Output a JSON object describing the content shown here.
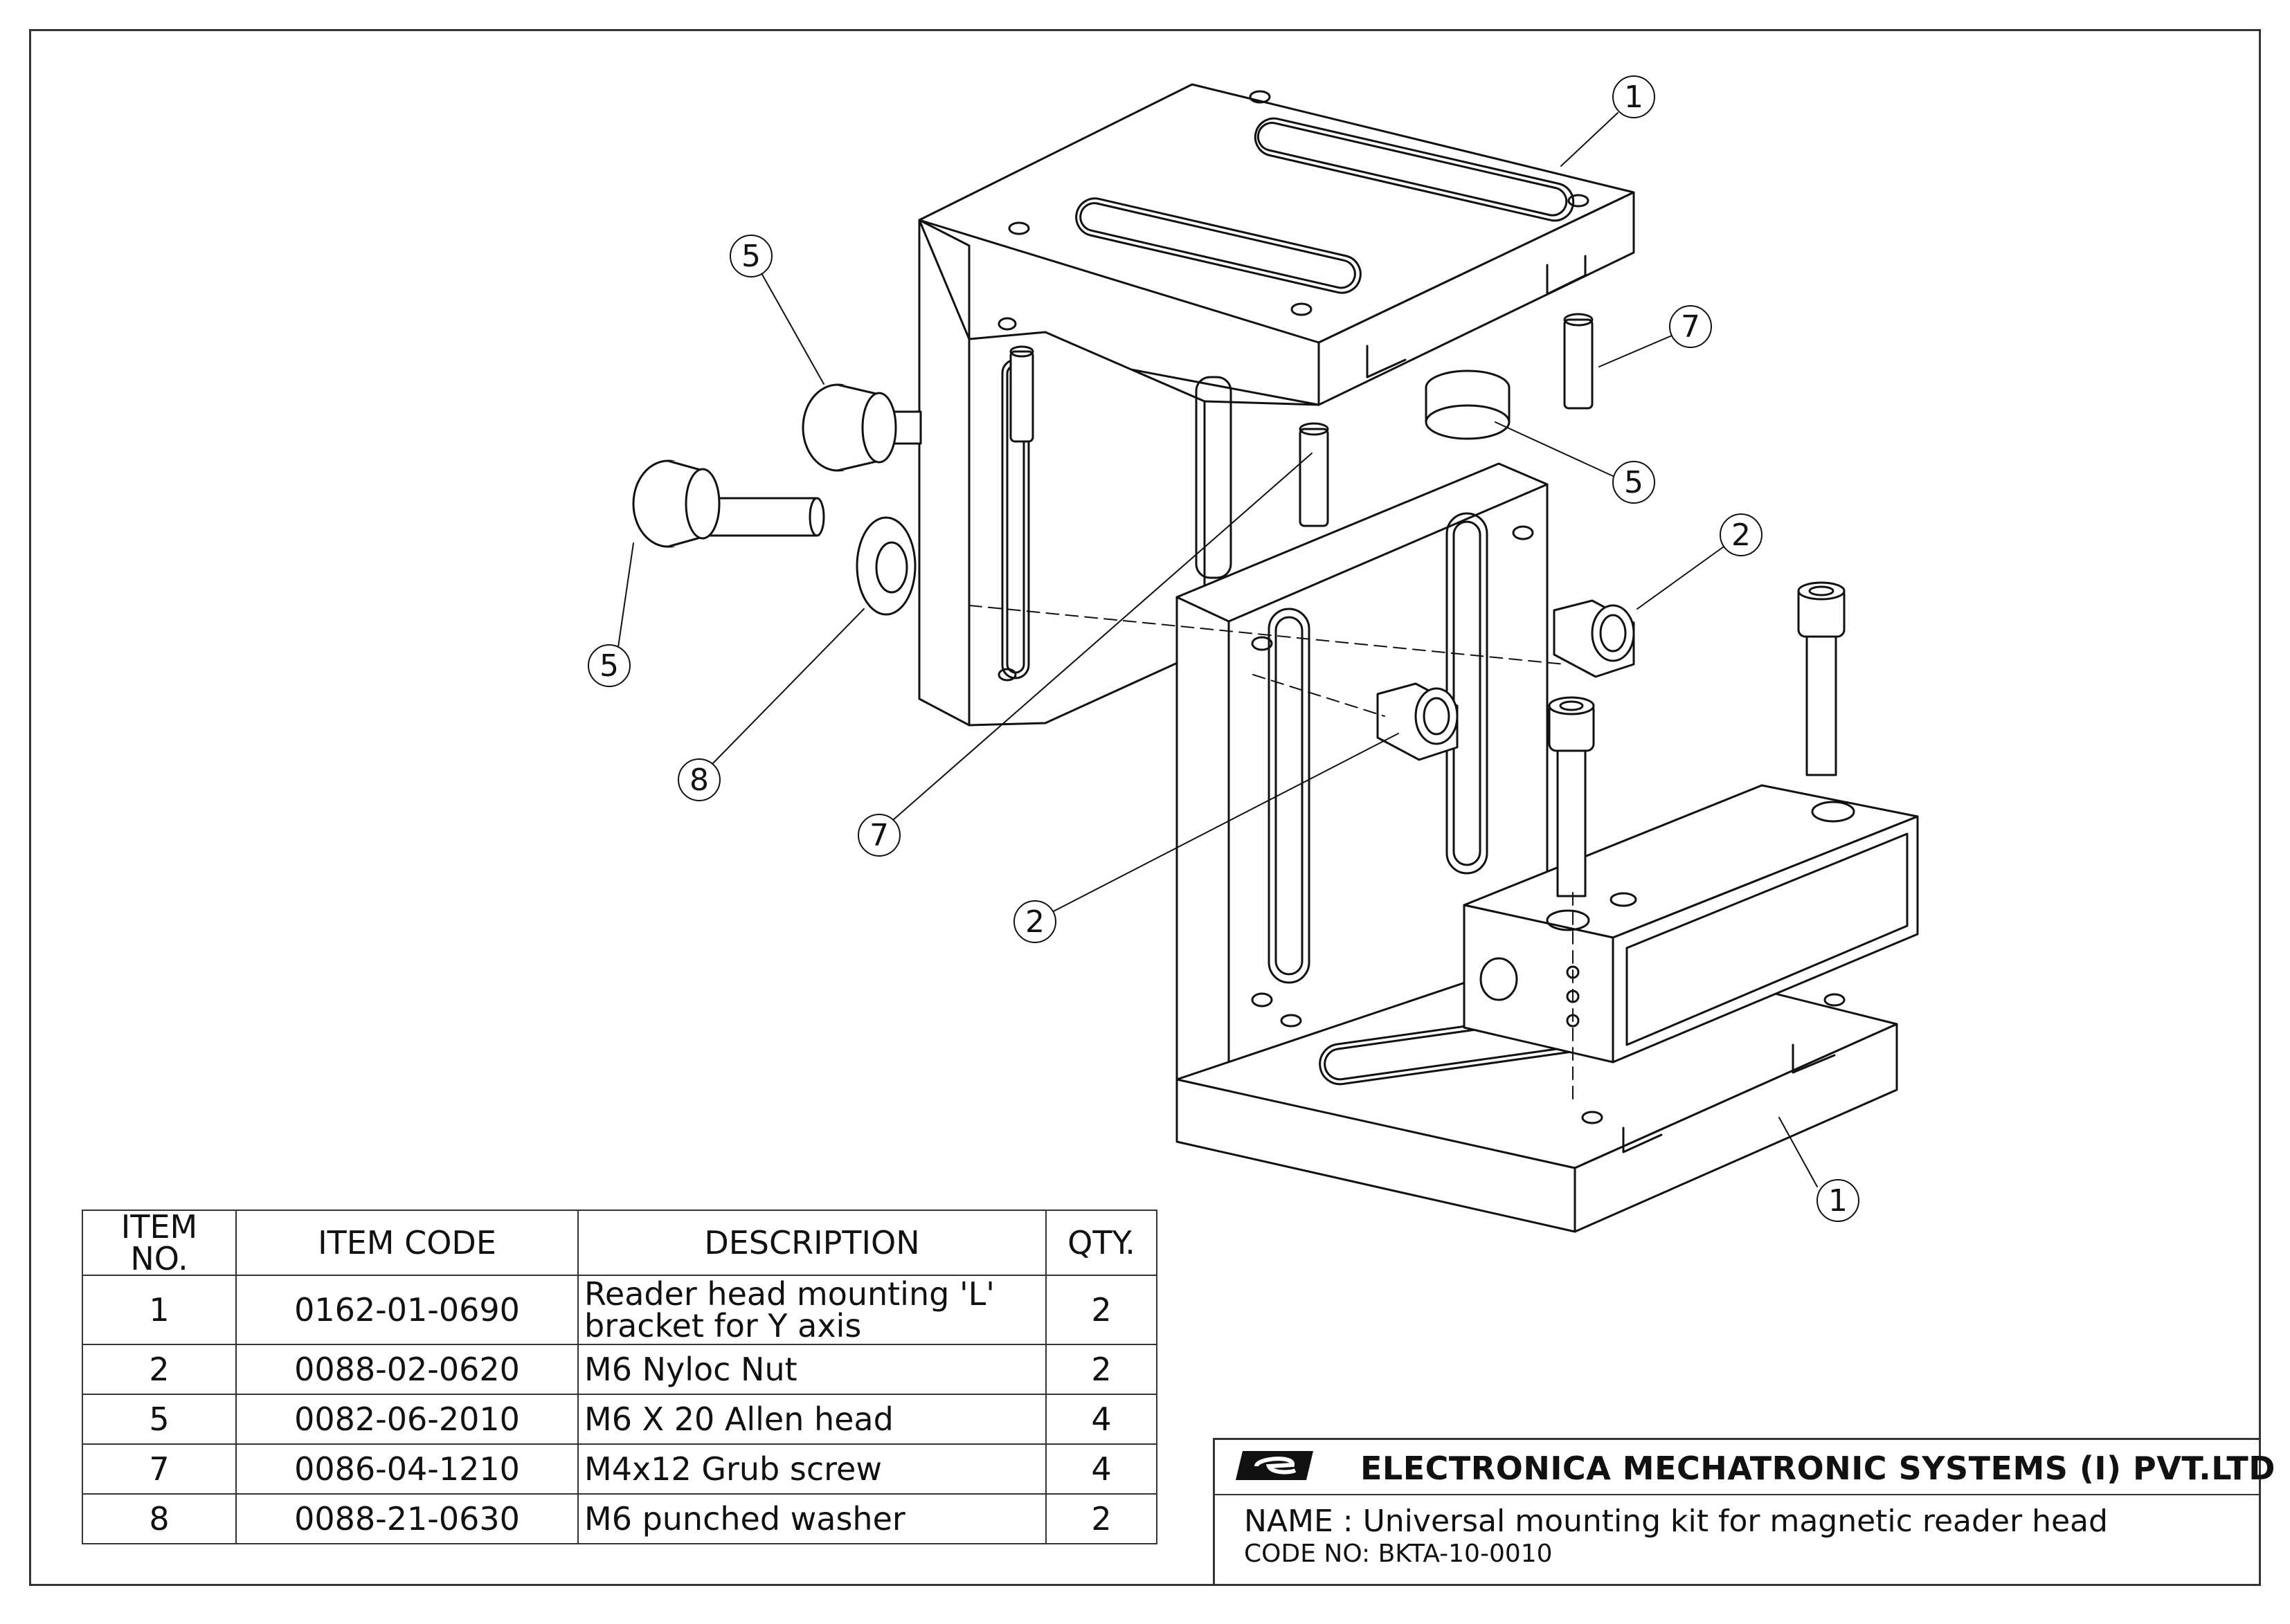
{
  "bom": {
    "headers": {
      "item_no": "ITEM NO.",
      "item_code": "ITEM CODE",
      "description": "DESCRIPTION",
      "qty": "QTY."
    },
    "rows": [
      {
        "item_no": "1",
        "item_code": "0162-01-0690",
        "description": "Reader head mounting 'L' bracket for Y axis",
        "qty": "2"
      },
      {
        "item_no": "2",
        "item_code": "0088-02-0620",
        "description": "M6 Nyloc Nut",
        "qty": "2"
      },
      {
        "item_no": "5",
        "item_code": "0082-06-2010",
        "description": "M6 X 20 Allen head",
        "qty": "4"
      },
      {
        "item_no": "7",
        "item_code": "0086-04-1210",
        "description": "M4x12 Grub screw",
        "qty": "4"
      },
      {
        "item_no": "8",
        "item_code": "0088-21-0630",
        "description": "M6 punched washer",
        "qty": "2"
      }
    ]
  },
  "title_block": {
    "company": "ELECTRONICA MECHATRONIC SYSTEMS (I) PVT.LTD",
    "name_label": "NAME :",
    "name_value": "Universal mounting kit for magnetic reader head",
    "code_label": "CODE NO:",
    "code_value": "BKTA-10-0010"
  },
  "balloons": {
    "b1_top": "1",
    "b5_upper": "5",
    "b7_right": "7",
    "b5_right": "5",
    "b2_right": "2",
    "b5_left": "5",
    "b8": "8",
    "b7_lower": "7",
    "b2_lower": "2",
    "b1_bottom": "1"
  }
}
